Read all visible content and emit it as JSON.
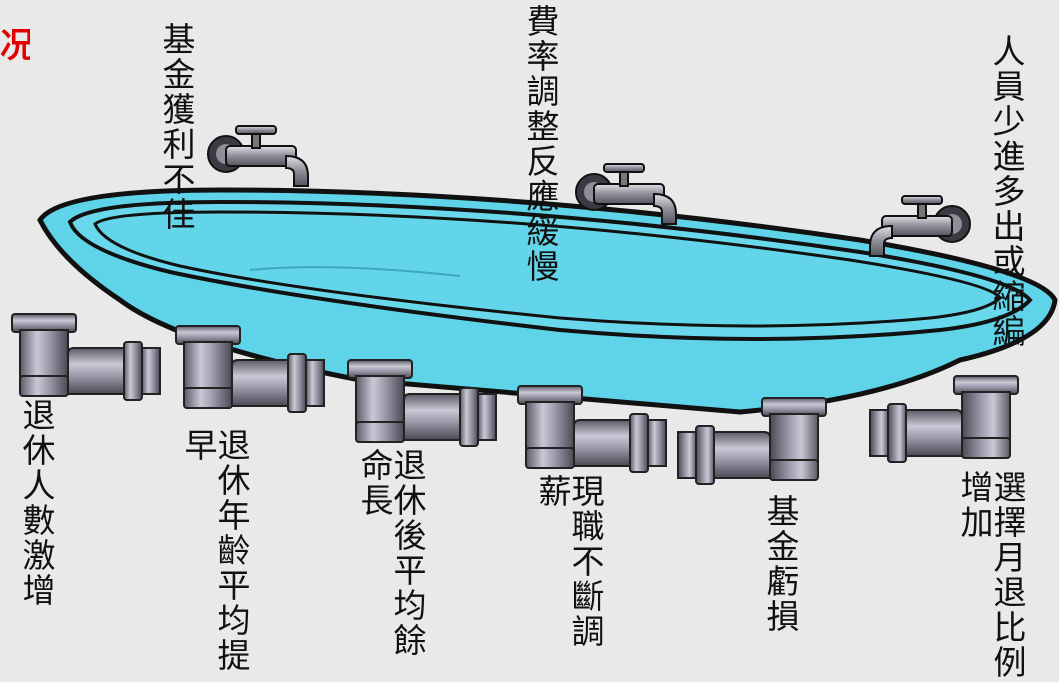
{
  "title_fragment": "况",
  "inflows": [
    {
      "label": "基金獲利不佳"
    },
    {
      "label": "費率調整反應緩慢"
    },
    {
      "label": "人員少進多出或縮編"
    }
  ],
  "outflows": [
    {
      "label": "退休人數激增"
    },
    {
      "label": "退休年齡平均提早"
    },
    {
      "label": "退休後平均餘命長"
    },
    {
      "label": "現職不斷調薪"
    },
    {
      "label": "基金虧損"
    },
    {
      "label": "選擇月退比例增加"
    }
  ],
  "colors": {
    "water": "#5fd3e8",
    "tub_outline": "#111111",
    "pipe": "#8a8a9a",
    "background": "#e9e9e9",
    "title": "#e00000"
  }
}
